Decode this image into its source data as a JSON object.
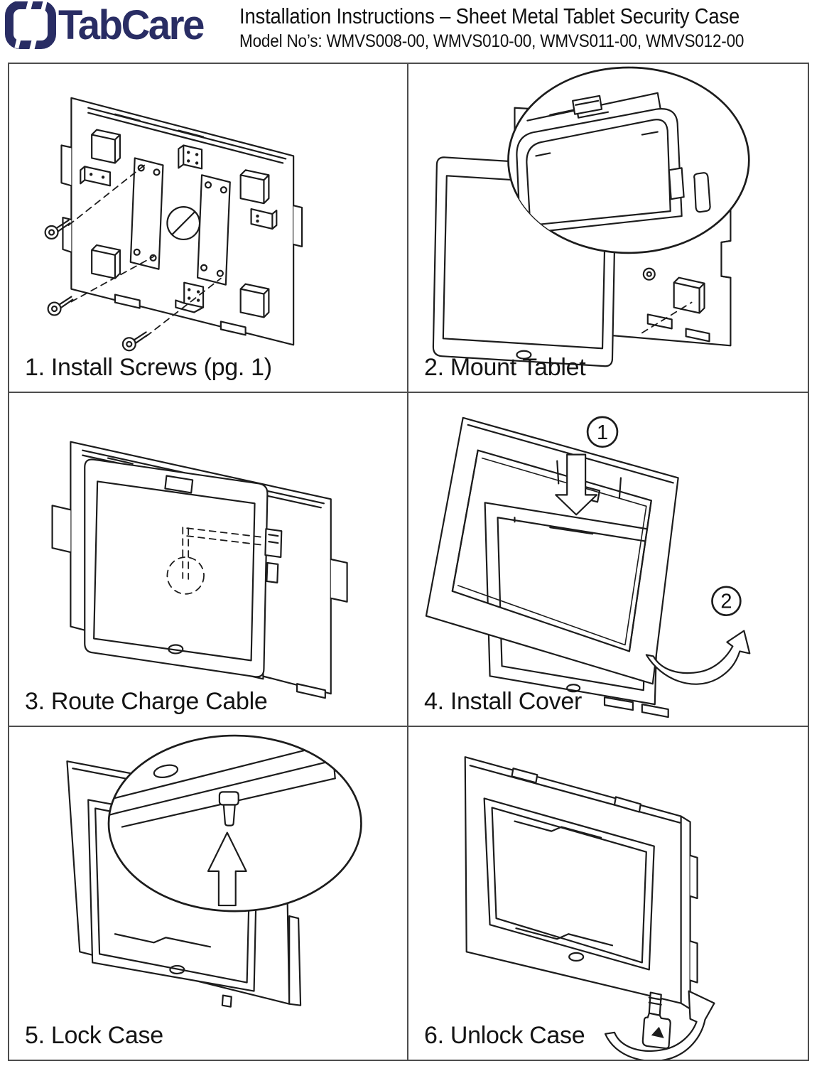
{
  "header": {
    "logo_text": "TabCare",
    "title": "Installation Instructions – Sheet Metal Tablet Security Case",
    "subtitle": "Model No’s: WMVS008-00, WMVS010-00, WMVS011-00, WMVS012-00"
  },
  "colors": {
    "brand_navy": "#292d64",
    "drawing_line": "#1c1c1c",
    "grid_border": "#4d4d4d",
    "background": "#ffffff"
  },
  "icons": {
    "logo_mark": "tabcare-bracket-square-icon"
  },
  "panels": [
    {
      "caption": "1. Install Screws (pg. 1)"
    },
    {
      "caption": "2. Mount Tablet"
    },
    {
      "caption": "3. Route Charge Cable"
    },
    {
      "caption": "4. Install Cover",
      "badges": [
        "1",
        "2"
      ]
    },
    {
      "caption": "5. Lock Case"
    },
    {
      "caption": "6. Unlock Case"
    }
  ]
}
